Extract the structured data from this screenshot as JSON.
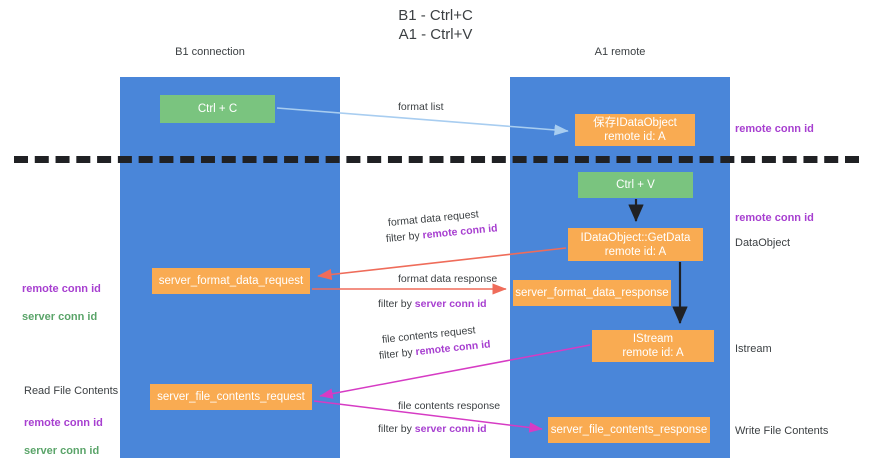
{
  "title": "B1 - Ctrl+C\nA1 - Ctrl+V",
  "columns": {
    "left": {
      "header": "B1\nconnection"
    },
    "right": {
      "header": "A1\nremote"
    }
  },
  "boxes": {
    "ctrl_c": "Ctrl + C",
    "save_idataobject": "保存IDataObject\nremote id: A",
    "ctrl_v": "Ctrl + V",
    "idataobject_getdata": "IDataObject::GetData\nremote id: A",
    "server_format_data_request": "server_format_data_request",
    "server_format_data_response": "server_format_data_response",
    "istream": "IStream\nremote id: A",
    "server_file_contents_request": "server_file_contents_request",
    "server_file_contents_response": "server_file_contents_response"
  },
  "edges": {
    "format_list": "format list",
    "format_data_request": "format data request",
    "format_data_request_filter_prefix": "filter by ",
    "format_data_request_filter_key": "remote conn id",
    "format_data_response": "format data response",
    "format_data_response_filter_prefix": "filter by ",
    "format_data_response_filter_key": "server conn id",
    "file_contents_request": "file contents request",
    "file_contents_request_filter_prefix": "filter by ",
    "file_contents_request_filter_key": "remote conn id",
    "file_contents_response": "file contents response",
    "file_contents_response_filter_prefix": "filter by ",
    "file_contents_response_filter_key": "server conn id"
  },
  "annotations": {
    "right_remote_conn_id_top": "remote conn id",
    "right_remote_conn_id_mid": "remote conn id",
    "right_dataobject": "DataObject",
    "right_istream": "Istream",
    "right_write_file_contents": "Write File Contents",
    "left_remote_conn_id_mid": "remote conn id",
    "left_server_conn_id_mid": "server conn id",
    "left_read_file_contents": "Read File Contents",
    "left_remote_conn_id_bottom": "remote conn id",
    "left_server_conn_id_bottom": "server conn id"
  },
  "colors": {
    "lane_blue": "#4a86d9",
    "box_green": "#7ac47f",
    "box_orange": "#f9ab52",
    "conn_id_purple": "#a73fd0",
    "conn_id_green": "#5aa469",
    "arrow_lightblue": "#a8cdf0",
    "arrow_red": "#ef6c5a",
    "arrow_magenta": "#d63bc4",
    "arrow_black": "#202124",
    "divider": "#202124"
  }
}
